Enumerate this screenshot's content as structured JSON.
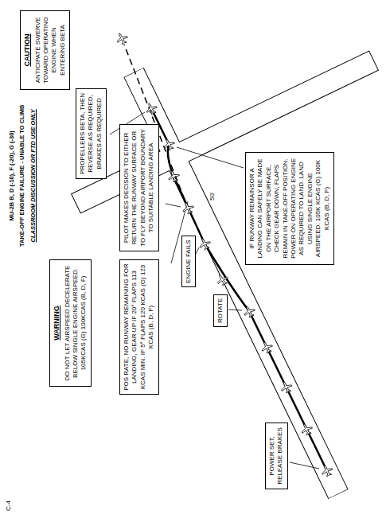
{
  "diagram": {
    "title": "TAKE-OFF ENGINE FAILURE - UNABLE TO CLIMB",
    "nodes": [
      {
        "text": [
          "CAUTION",
          "ANTICIPATE SWERVE TOWARD OPERATING ENGINE WHEN ENTERING BETA"
        ]
      },
      {
        "text": [
          "WARNING",
          "DO NOT LET AIRSPEED DECELERATE BELOW SINGLE ENGINE AIRSPEED. 105KCAS (G) 100KCAS (B, D, F)"
        ]
      },
      {
        "text": [
          "PROPELLERS BETA, THEN REVERSE AS REQUIRED, BRAKES AS REQUIRED"
        ]
      },
      {
        "text": [
          "PILOT MAKES DECISION TO EITHER RETURN THE RUNWAY SURFACE OR TO FLY BEYOND AIRPORT BOUNDARY TO SUITABLE LANDING AREA"
        ]
      },
      {
        "text": [
          "POS RATE, NO RUNWAY REMAINING FOR LANDING, GEAR UP IF 20° FLAPS 113 KCAS MIN. IF 5° FLAPS 120 KCAS (G) 123 KCAS (B, D, F)"
        ]
      },
      {
        "text": [
          "ENGINE FAILS"
        ]
      },
      {
        "text": [
          "IF RUNWAY REMAINSOR A LANDING CAN SAFELY BE MADE ON THE AIRPORT SURFACE, CHECK GEAR DOWN, FLAPS REMAIN IN TAKE-OFF POSITION. POWER ON OPERATING ENGINE AS REQUIRED TO LAND. LAND USING SINGLE ENGINE AIRSPEED. 105K KCAS (G) 100K KCAS (B, D, F)"
        ]
      },
      {
        "text": [
          "ROTATE"
        ]
      },
      {
        "text": [
          "POWER SET, RELEASE BRAKES"
        ]
      }
    ],
    "labels": [
      "MU-2B B, D (-10), F (-20), G (-30)",
      "CLASSROOM DISCUSSION OR FTD USE ONLY",
      "50'",
      "C-4"
    ]
  }
}
